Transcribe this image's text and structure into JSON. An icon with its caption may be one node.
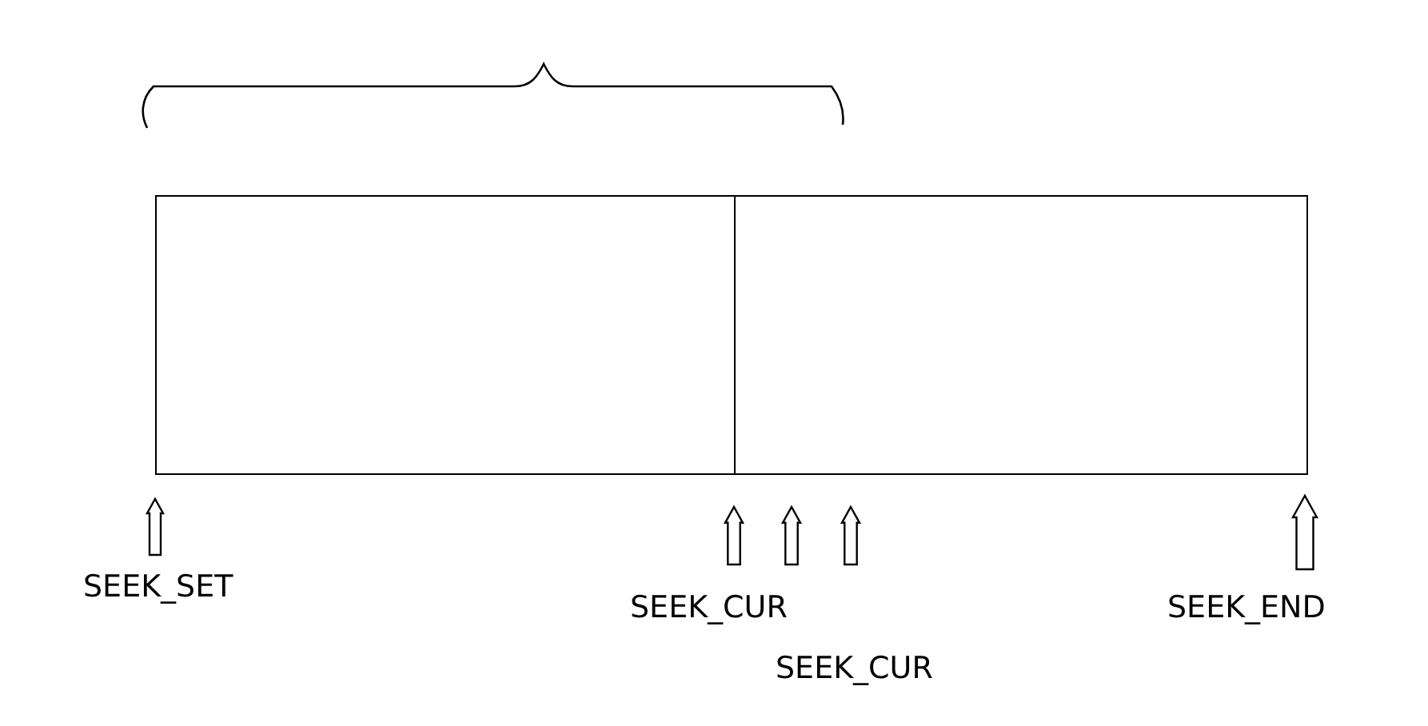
{
  "diagram": {
    "nodes": [
      {
        "text": [],
        "shape": "box"
      },
      {
        "text": [],
        "shape": "box"
      }
    ],
    "labels": [
      "SEEK_SET",
      "SEEK_CUR",
      "SEEK_CUR",
      "SEEK_END"
    ]
  }
}
